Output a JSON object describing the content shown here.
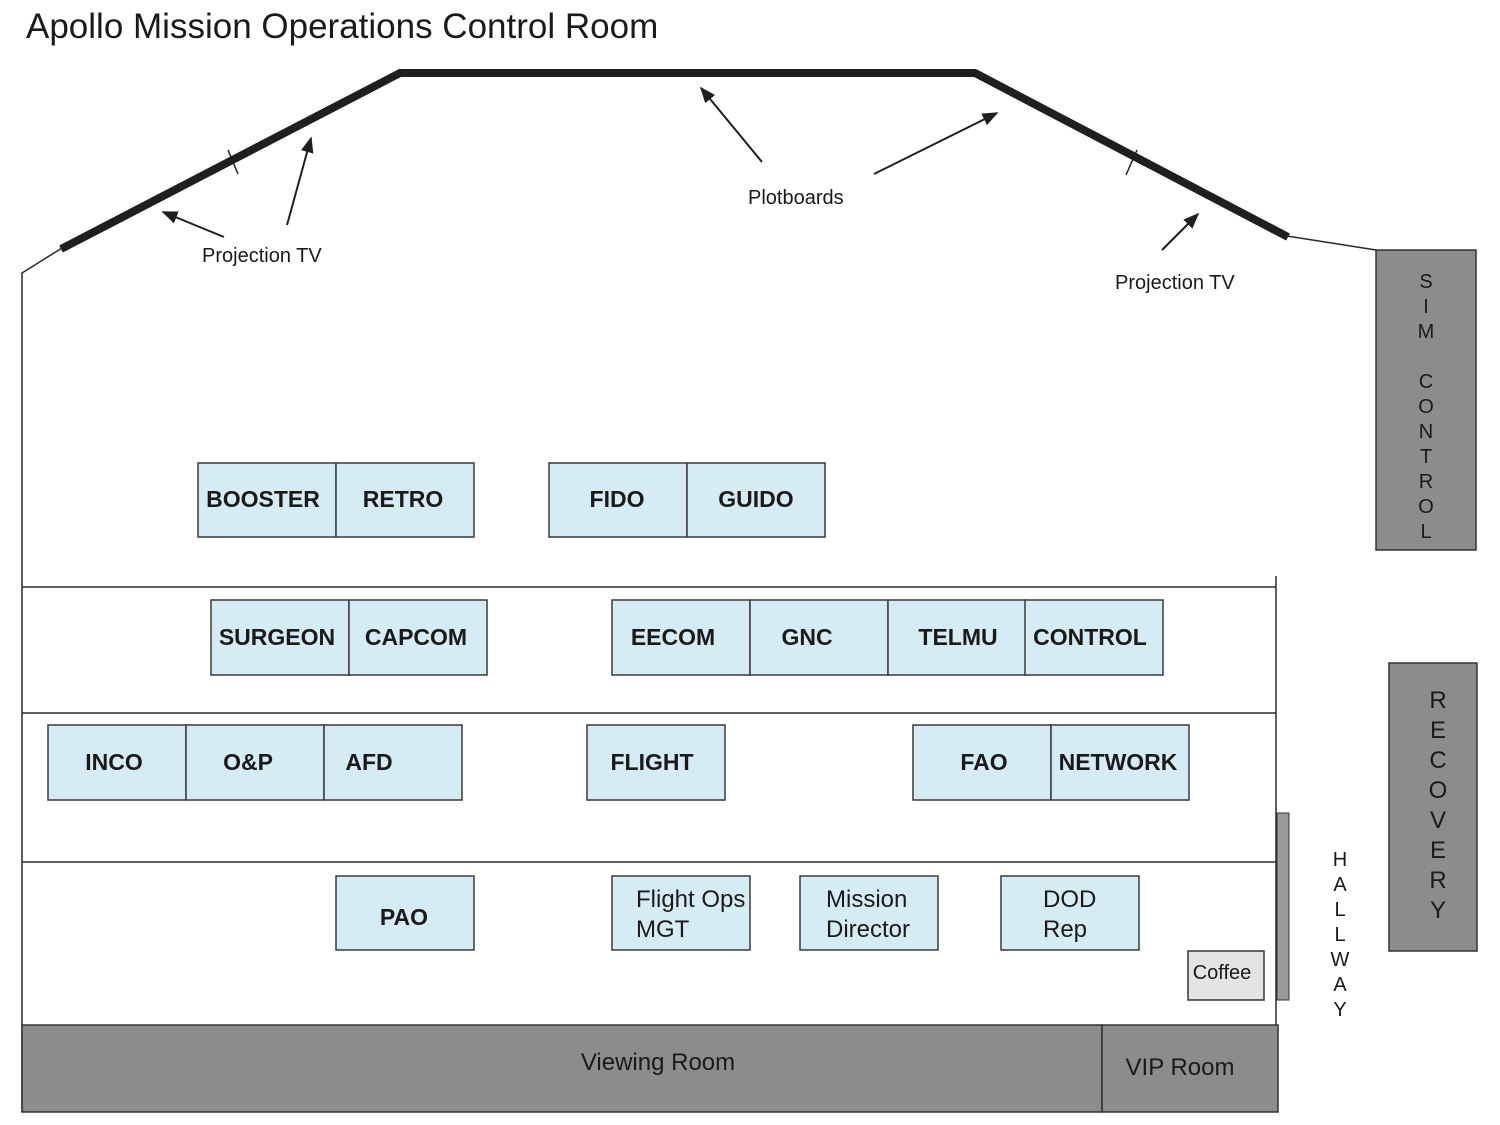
{
  "title": "Apollo Mission Operations Control Room",
  "labels": {
    "projection_tv_left": "Projection TV",
    "plotboards": "Plotboards",
    "projection_tv_right": "Projection TV"
  },
  "rows": {
    "row1": [
      "BOOSTER",
      "RETRO",
      "FIDO",
      "GUIDO"
    ],
    "row2": [
      "SURGEON",
      "CAPCOM",
      "EECOM",
      "GNC",
      "TELMU",
      "CONTROL"
    ],
    "row3": [
      "INCO",
      "O&P",
      "AFD",
      "FLIGHT",
      "FAO",
      "NETWORK"
    ],
    "row4": {
      "pao": "PAO",
      "flight_ops": [
        "Flight Ops",
        "MGT"
      ],
      "mission_director": [
        "Mission",
        "Director"
      ],
      "dod_rep": [
        "DOD",
        "Rep"
      ],
      "coffee": "Coffee"
    }
  },
  "rooms": {
    "viewing_room": "Viewing Room",
    "vip_room": "VIP Room",
    "sim_control": "SIM CONTROL",
    "recovery": "RECOVERY",
    "hallway": "HALLWAY"
  },
  "colors": {
    "console_fill": "#d6ecf5",
    "room_fill": "#8c8c8e",
    "coffee_fill": "#e4e4e4"
  }
}
